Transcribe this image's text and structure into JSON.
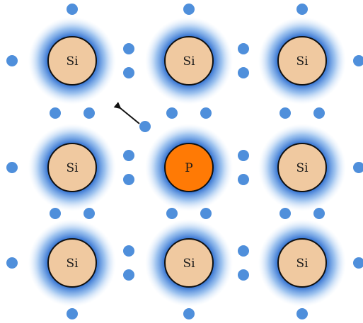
{
  "diagram": {
    "atoms": [
      {
        "label": "Si",
        "kind": "host"
      },
      {
        "label": "Si",
        "kind": "host"
      },
      {
        "label": "Si",
        "kind": "host"
      },
      {
        "label": "Si",
        "kind": "host"
      },
      {
        "label": "P",
        "kind": "dopant"
      },
      {
        "label": "Si",
        "kind": "host"
      },
      {
        "label": "Si",
        "kind": "host"
      },
      {
        "label": "Si",
        "kind": "host"
      },
      {
        "label": "Si",
        "kind": "host"
      }
    ],
    "colors": {
      "host_fill": "#f0c9a0",
      "dopant_fill": "#ff7a05",
      "atom_stroke": "#111111",
      "electron": "#4f8fdb",
      "glow_inner": "#2f6fd0",
      "arrow": "#111111"
    },
    "free_electron_arrow": "arrow-icon"
  }
}
